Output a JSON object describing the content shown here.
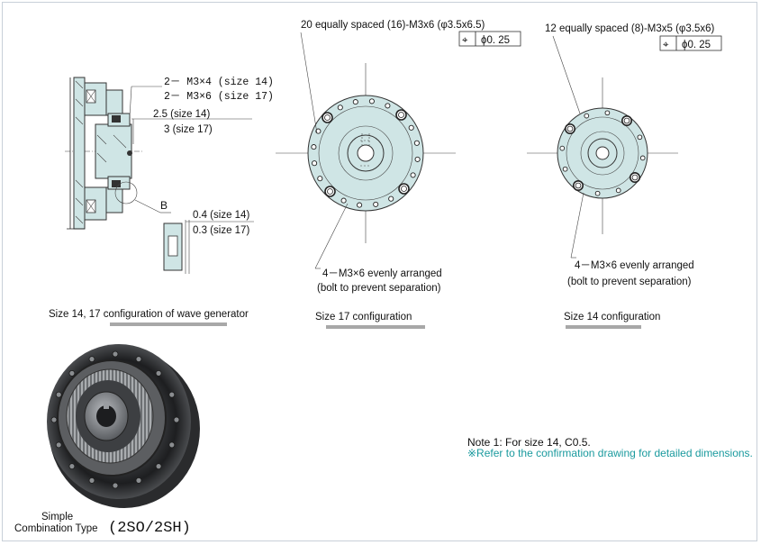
{
  "left_panel": {
    "callout_lines": [
      "2－ M3×4 (size 14)",
      "2－ M3×6 (size 17)",
      "2.5 (size 14)",
      "3 (size 17)",
      "0.4 (size 14)",
      "0.3 (size 17)"
    ],
    "detail_label": "B",
    "caption": "Size 14, 17 configuration of wave generator"
  },
  "middle_panel": {
    "header": "20 equally spaced (16)-M3x6 (φ3.5x6.5)",
    "tolerance_symbol": "⌖",
    "tolerance_value": "ϕ0. 25",
    "note_line1": "4－M3×6 evenly arranged",
    "note_line2": "(bolt to prevent separation)",
    "caption": "Size 17 configuration"
  },
  "right_panel": {
    "header": "12 equally spaced (8)-M3x5 (φ3.5x6)",
    "tolerance_symbol": "⌖",
    "tolerance_value": "ϕ0. 25",
    "note_line1": "4－M3×6 evenly arranged",
    "note_line2": "(bolt to prevent separation)",
    "caption": "Size 14 configuration"
  },
  "photo": {
    "label_line1": "Simple",
    "label_line2": "Combination Type",
    "model_code": "(2SO/2SH)"
  },
  "notes": {
    "note1": "Note 1: For size 14, C0.5.",
    "note2": "※Refer to the confirmation drawing for detailed dimensions."
  },
  "colors": {
    "part_fill": "#cfe5e5",
    "caption_underline": "#a8a8a8",
    "reference_text": "#1a9a9e"
  }
}
